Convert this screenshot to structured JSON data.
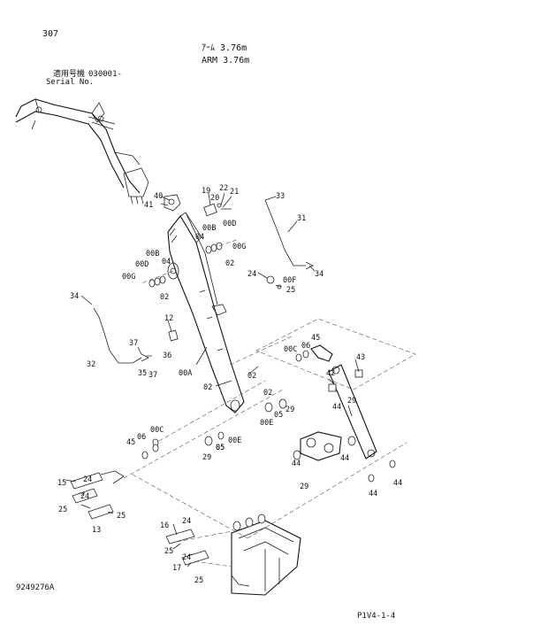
{
  "page_number": "307",
  "title_jp": "ｱｰﾑ 3.76m",
  "title_en": "ARM 3.76m",
  "serial_label_jp": "適用号機",
  "serial_label_en": "Serial No.",
  "serial_value": "030001-",
  "drawing_number": "9249276A",
  "sheet_ref": "P1V4-1-4",
  "callouts": [
    "40",
    "41",
    "19",
    "20",
    "22",
    "21",
    "33",
    "31",
    "34",
    "00B",
    "00D",
    "04",
    "00G",
    "02",
    "00B",
    "00D",
    "04",
    "00G",
    "02",
    "24",
    "00F",
    "25",
    "34",
    "12",
    "37",
    "36",
    "32",
    "35",
    "37",
    "00A",
    "02",
    "02",
    "00C",
    "06",
    "45",
    "43",
    "42",
    "29",
    "44",
    "44",
    "02",
    "05",
    "29",
    "00E",
    "05",
    "00E",
    "45",
    "06",
    "00C",
    "29",
    "05",
    "15",
    "24",
    "25",
    "24",
    "13",
    "25",
    "44",
    "29",
    "44",
    "44",
    "16",
    "24",
    "25",
    "24",
    "17",
    "25"
  ]
}
